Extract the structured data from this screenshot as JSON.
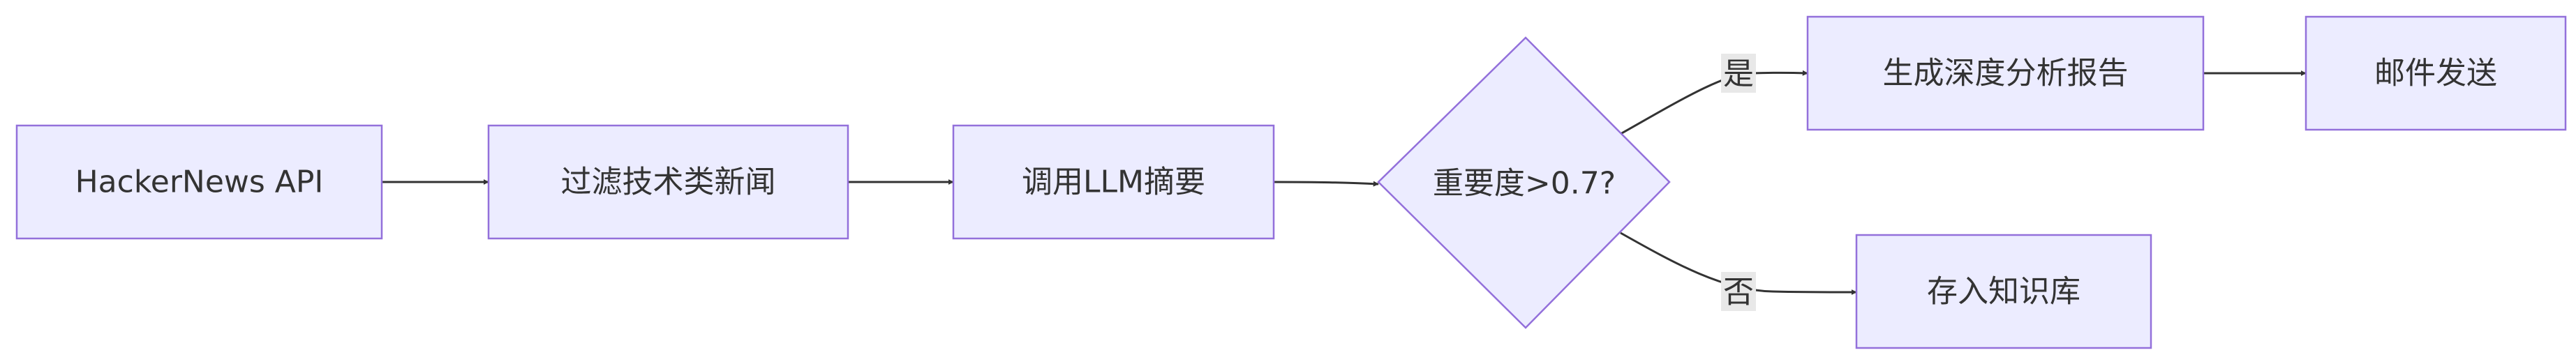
{
  "diagram": {
    "type": "flowchart",
    "colors": {
      "node_fill": "#ECECFF",
      "node_stroke": "#9370DB",
      "edge": "#333333",
      "text": "#333333",
      "edge_label_bg": "#E8E8E8"
    },
    "nodes": {
      "source": {
        "label": "HackerNews API"
      },
      "filter": {
        "label": "过滤技术类新闻"
      },
      "summary": {
        "label": "调用LLM摘要"
      },
      "decision": {
        "label": "重要度>0.7?"
      },
      "report": {
        "label": "生成深度分析报告"
      },
      "email": {
        "label": "邮件发送"
      },
      "store": {
        "label": "存入知识库"
      }
    },
    "edges": {
      "yes": {
        "label": "是"
      },
      "no": {
        "label": "否"
      }
    }
  }
}
